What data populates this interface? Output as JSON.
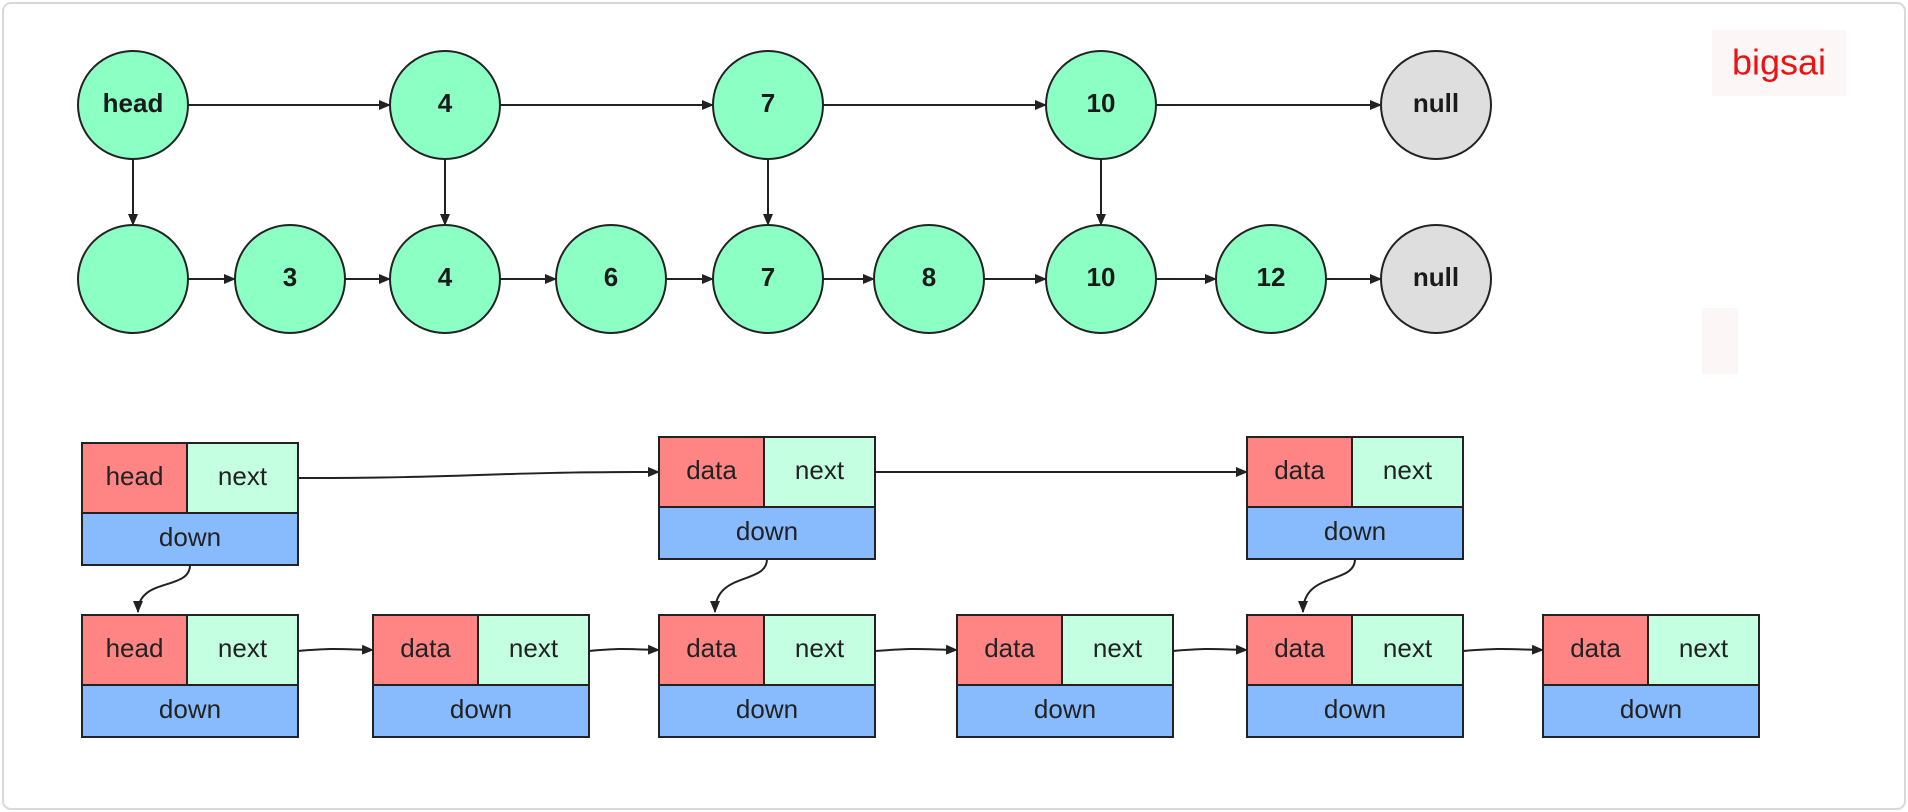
{
  "watermark": "bigsai",
  "colors": {
    "node_fill": "#8cffc4",
    "null_fill": "#dedede",
    "stroke": "#222222",
    "data_fill": "#ff8585",
    "next_fill": "#c4ffe2",
    "down_fill": "#88bbfe",
    "frame": "#d9d9d9"
  },
  "skip_list_circles": {
    "top_row": [
      "head",
      "4",
      "7",
      "10",
      "null"
    ],
    "bottom_row": [
      "",
      "3",
      "4",
      "6",
      "7",
      "8",
      "10",
      "12",
      "null"
    ]
  },
  "node_boxes": {
    "top_row": [
      {
        "left": "head",
        "right": "next",
        "bottom": "down"
      },
      {
        "left": "data",
        "right": "next",
        "bottom": "down"
      },
      {
        "left": "data",
        "right": "next",
        "bottom": "down"
      }
    ],
    "bottom_row": [
      {
        "left": "head",
        "right": "next",
        "bottom": "down"
      },
      {
        "left": "data",
        "right": "next",
        "bottom": "down"
      },
      {
        "left": "data",
        "right": "next",
        "bottom": "down"
      },
      {
        "left": "data",
        "right": "next",
        "bottom": "down"
      },
      {
        "left": "data",
        "right": "next",
        "bottom": "down"
      },
      {
        "left": "data",
        "right": "next",
        "bottom": "down"
      }
    ]
  }
}
